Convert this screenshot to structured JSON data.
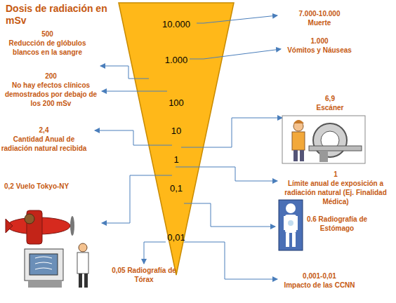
{
  "diagram": {
    "title": "Dosis de radiación en mSv",
    "nodes": [
      {
        "text": [
          "10.000",
          "1.000",
          "100",
          "10",
          "1",
          "0,1",
          "0,01"
        ]
      }
    ],
    "labels": [
      "7.000-10.000",
      "Muerte",
      "1.000",
      "Vómitos y Náuseas",
      "500",
      "Reducción de glóbulos blancos en la sangre",
      "200",
      "No hay efectos clínicos demostrados por debajo de los 200 mSv",
      "6,9",
      "Escáner",
      "2,4",
      "Cantidad Anual de radiación natural recibida",
      "1",
      "Límite anual de exposición a radiación natural (Ej. Finalidad Médica)",
      "0,2 Vuelo Tokyo-NY",
      "0.6 Radiografía de Estómago",
      "0,05 Radiografía de Tórax",
      "0,001-0,01",
      "Impacto de las CCNN"
    ]
  }
}
